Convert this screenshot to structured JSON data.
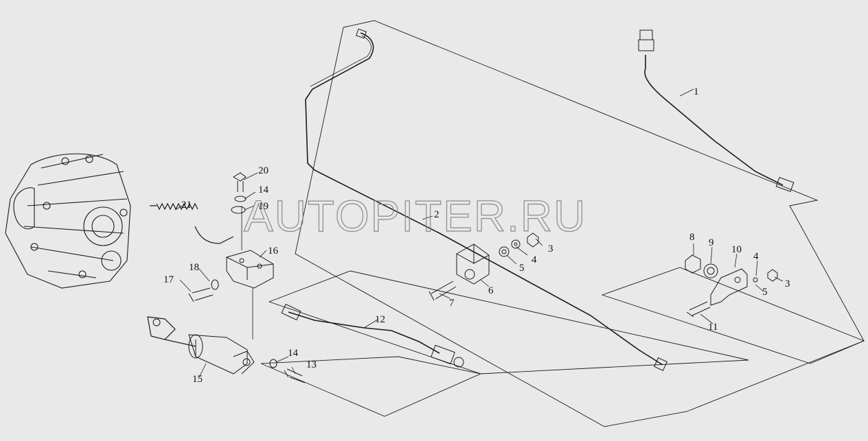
{
  "watermark": "AUTOPITER.RU",
  "callouts": [
    "1",
    "2",
    "3",
    "4",
    "5",
    "6",
    "7",
    "8",
    "9",
    "10",
    "11",
    "12",
    "13",
    "14",
    "15",
    "16",
    "17",
    "18",
    "19",
    "20",
    "21",
    "3",
    "4",
    "5",
    "14"
  ],
  "colors": {
    "background": "#e9e9e9",
    "line": "#1a1a1a",
    "watermark": "#8a8a8a"
  }
}
